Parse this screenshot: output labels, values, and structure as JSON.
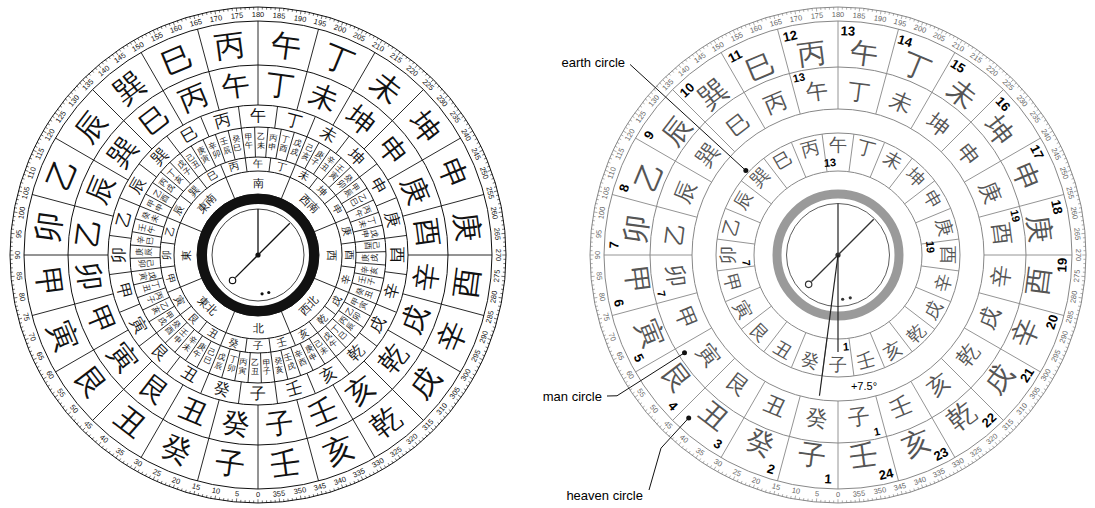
{
  "diagram": {
    "labels": [
      "0",
      "5",
      "10",
      "15",
      "20",
      "25",
      "30",
      "35",
      "40",
      "45",
      "50",
      "55",
      "60",
      "65",
      "70",
      "75",
      "80",
      "85",
      "90",
      "95",
      "100",
      "105",
      "110",
      "115",
      "120",
      "125",
      "130",
      "135",
      "140",
      "145",
      "150",
      "155",
      "160",
      "165",
      "170",
      "175",
      "180",
      "185",
      "190",
      "195",
      "200",
      "205",
      "210",
      "215",
      "220",
      "225",
      "230",
      "235",
      "240",
      "245",
      "250",
      "255",
      "260",
      "265",
      "270",
      "275",
      "280",
      "285",
      "290",
      "295",
      "300",
      "305",
      "310",
      "315",
      "320",
      "325",
      "330",
      "335",
      "340",
      "345",
      "350",
      "355",
      "子",
      "癸",
      "丑",
      "艮",
      "寅",
      "甲",
      "卯",
      "乙",
      "辰",
      "巽",
      "巳",
      "丙",
      "午",
      "丁",
      "未",
      "坤",
      "申",
      "庚",
      "酉",
      "辛",
      "戌",
      "乾",
      "亥",
      "壬",
      "子",
      "癸",
      "丑",
      "艮",
      "寅",
      "甲",
      "卯",
      "乙",
      "辰",
      "巽",
      "巳",
      "丙",
      "午",
      "丁",
      "未",
      "坤",
      "申",
      "庚",
      "酉",
      "辛",
      "戌",
      "乾",
      "亥",
      "壬",
      "子",
      "癸",
      "丑",
      "艮",
      "寅",
      "甲",
      "卯",
      "乙",
      "辰",
      "巽",
      "巳",
      "丙",
      "午",
      "丁",
      "未",
      "坤",
      "申",
      "庚",
      "酉",
      "辛",
      "戌",
      "乾",
      "亥",
      "壬",
      "甲子",
      "乙丑",
      "丙寅",
      "丁卯",
      "戊辰",
      "己巳",
      "庚午",
      "辛未",
      "壬申",
      "癸酉",
      "甲戌",
      "乙亥",
      "丙子",
      "丁丑",
      "戊寅",
      "己卯",
      "庚辰",
      "辛巳",
      "壬午",
      "癸未",
      "甲申",
      "乙酉",
      "丙戌",
      "丁亥",
      "戊子",
      "己丑",
      "庚寅",
      "辛卯",
      "壬辰",
      "癸巳",
      "甲午",
      "乙未",
      "丙申",
      "丁酉",
      "戊戌",
      "己亥",
      "庚子",
      "辛丑",
      "壬寅",
      "癸卯",
      "甲辰",
      "乙巳",
      "丙午",
      "丁未",
      "戊申",
      "己酉",
      "庚戌",
      "辛亥",
      "壬子",
      "癸丑",
      "甲寅",
      "乙卯",
      "丙辰",
      "丁巳",
      "戊午",
      "己未",
      "庚申",
      "辛酉",
      "壬戌",
      "癸亥",
      "子",
      "癸",
      "丑",
      "艮",
      "寅",
      "甲",
      "卯",
      "乙",
      "辰",
      "巽",
      "巳",
      "丙",
      "午",
      "丁",
      "未",
      "坤",
      "申",
      "庚",
      "酉",
      "辛",
      "戌",
      "乾",
      "亥",
      "壬",
      "北",
      "東北",
      "東",
      "東南",
      "南",
      "西南",
      "西",
      "西北",
      "0",
      "5",
      "10",
      "15",
      "20",
      "25",
      "30",
      "35",
      "40",
      "45",
      "50",
      "55",
      "60",
      "65",
      "70",
      "75",
      "80",
      "85",
      "90",
      "95",
      "100",
      "105",
      "110",
      "115",
      "120",
      "125",
      "130",
      "135",
      "140",
      "145",
      "150",
      "155",
      "160",
      "165",
      "170",
      "175",
      "180",
      "185",
      "190",
      "195",
      "200",
      "205",
      "210",
      "215",
      "220",
      "225",
      "230",
      "235",
      "240",
      "245",
      "250",
      "255",
      "260",
      "265",
      "270",
      "275",
      "280",
      "285",
      "290",
      "295",
      "300",
      "305",
      "310",
      "315",
      "320",
      "325",
      "330",
      "335",
      "340",
      "345",
      "350",
      "355",
      "子",
      "癸",
      "丑",
      "艮",
      "寅",
      "甲",
      "卯",
      "乙",
      "辰",
      "巽",
      "巳",
      "丙",
      "午",
      "丁",
      "未",
      "坤",
      "申",
      "庚",
      "酉",
      "辛",
      "戌",
      "乾",
      "亥",
      "壬",
      "子",
      "癸",
      "丑",
      "艮",
      "寅",
      "甲",
      "卯",
      "乙",
      "辰",
      "巽",
      "巳",
      "丙",
      "午",
      "丁",
      "未",
      "坤",
      "申",
      "庚",
      "酉",
      "辛",
      "戌",
      "乾",
      "亥",
      "壬",
      "子",
      "癸",
      "丑",
      "艮",
      "寅",
      "甲",
      "卯",
      "乙",
      "辰",
      "巽",
      "巳",
      "丙",
      "午",
      "丁",
      "未",
      "坤",
      "申",
      "庚",
      "酉",
      "辛",
      "戌",
      "乾",
      "亥",
      "壬",
      "1",
      "2",
      "3",
      "4",
      "5",
      "6",
      "7",
      "8",
      "9",
      "10",
      "11",
      "12",
      "13",
      "14",
      "15",
      "16",
      "17",
      "18",
      "19",
      "20",
      "21",
      "22",
      "23",
      "24",
      "1",
      "7",
      "13",
      "19",
      "1",
      "7",
      "13",
      "19",
      "earth circle",
      "man circle",
      "heaven circle",
      "+7.5°"
    ]
  }
}
